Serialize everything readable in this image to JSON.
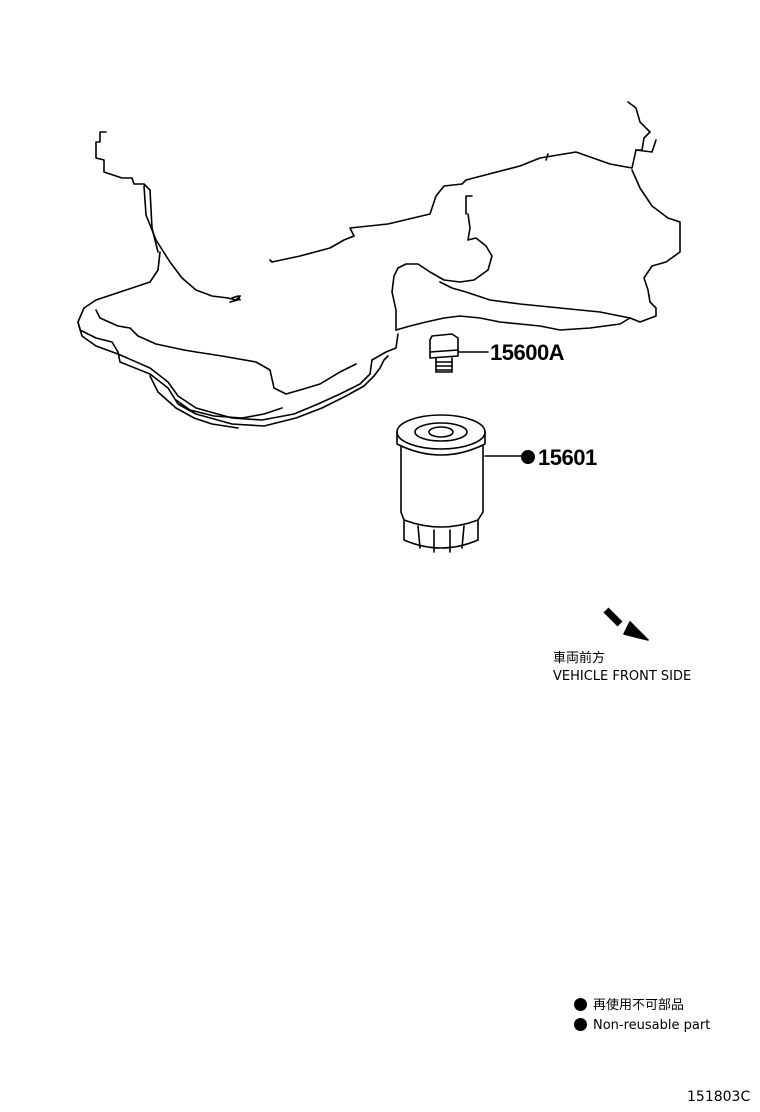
{
  "parts": [
    {
      "number": "15600A",
      "non_reusable": false
    },
    {
      "number": "15601",
      "non_reusable": true
    }
  ],
  "direction": {
    "label_jp": "車両前方",
    "label_en": "VEHICLE FRONT SIDE"
  },
  "legend": {
    "label_jp": "再使用不可部品",
    "label_en": "Non-reusable part"
  },
  "figure_code": "151803C",
  "colors": {
    "line": "#000000",
    "background": "#ffffff"
  }
}
